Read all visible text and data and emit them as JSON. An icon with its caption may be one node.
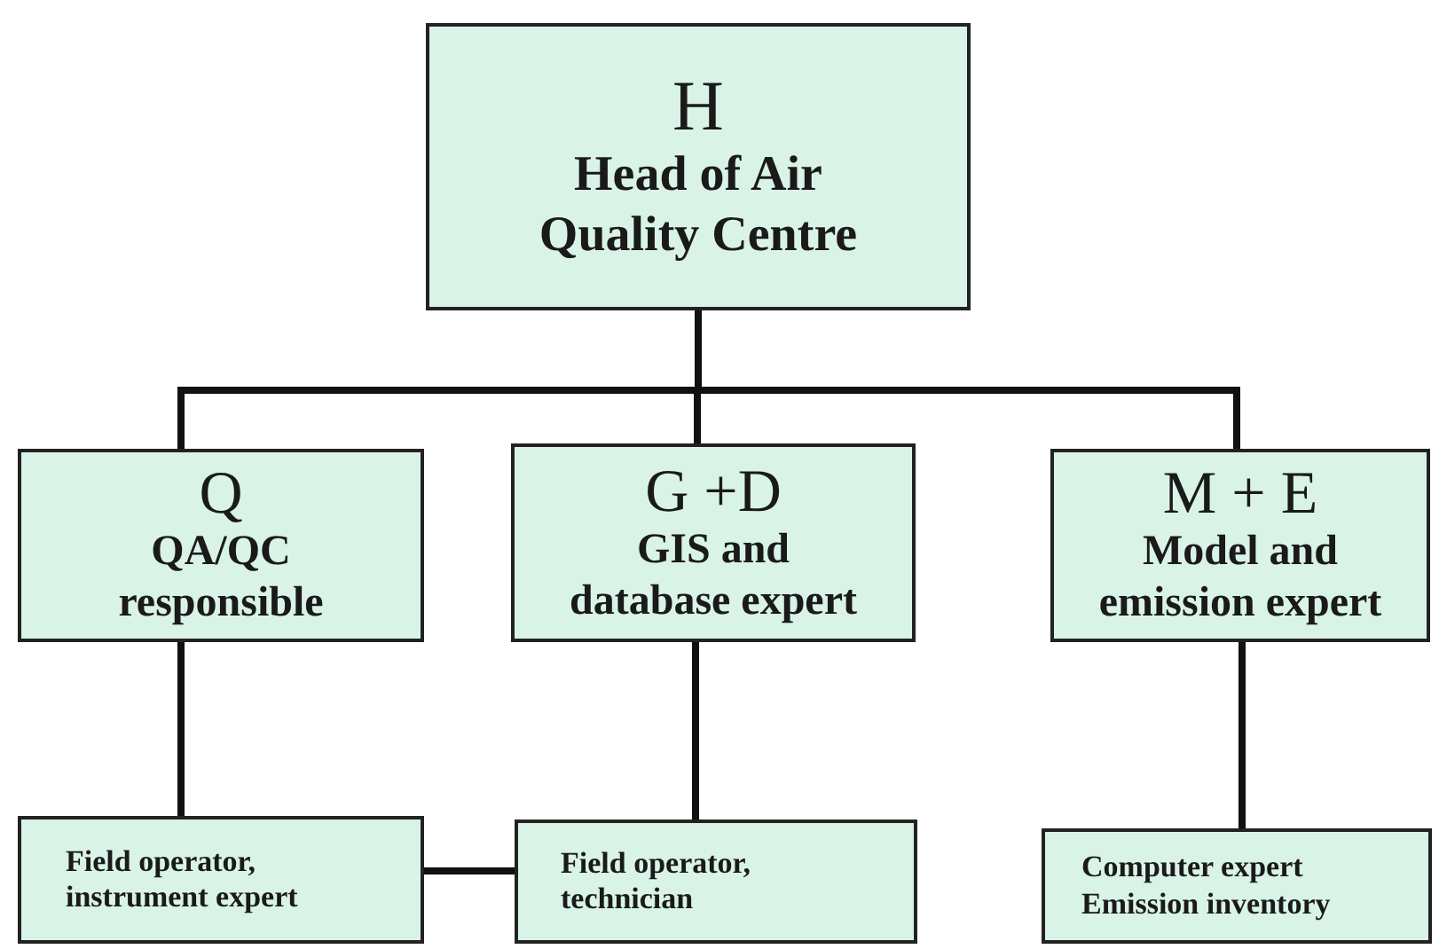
{
  "diagram": {
    "nodes": [
      {
        "text": [
          "H",
          "Head of Air Quality Centre"
        ]
      },
      {
        "text": [
          "Q",
          "QA/QC responsible"
        ]
      },
      {
        "text": [
          "G +D",
          "GIS and database expert"
        ]
      },
      {
        "text": [
          "M + E",
          "Model and emission expert"
        ]
      },
      {
        "text": [
          "Field operator, instrument expert"
        ]
      },
      {
        "text": [
          "Field operator, technician"
        ]
      },
      {
        "text": [
          "Computer expert Emission inventory"
        ]
      }
    ],
    "edges": [
      {
        "from": 0,
        "to": 1,
        "arrow": "none"
      },
      {
        "from": 0,
        "to": 2,
        "arrow": "none"
      },
      {
        "from": 0,
        "to": 3,
        "arrow": "none"
      },
      {
        "from": 1,
        "to": 4,
        "arrow": "none"
      },
      {
        "from": 2,
        "to": 5,
        "arrow": "none"
      },
      {
        "from": 3,
        "to": 6,
        "arrow": "none"
      },
      {
        "from": 4,
        "to": 5,
        "arrow": "none"
      }
    ]
  }
}
